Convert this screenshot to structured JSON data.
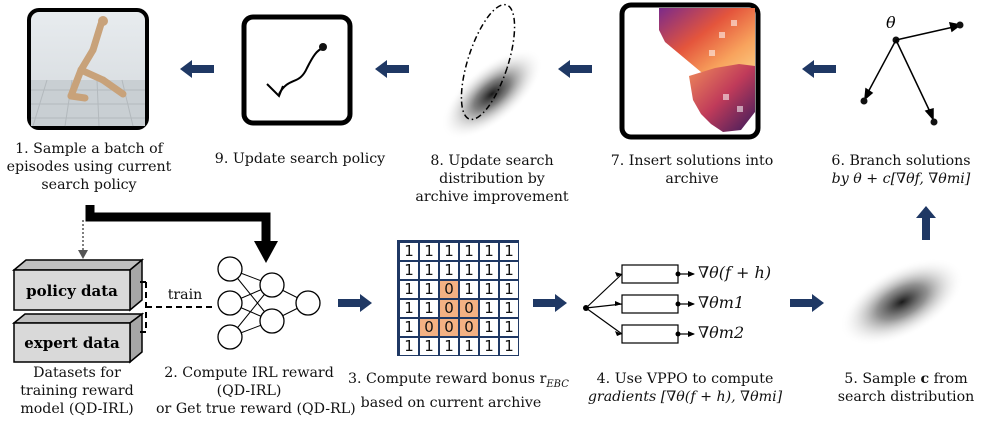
{
  "steps": {
    "s1": {
      "line1": "1. Sample a batch of",
      "line2": "episodes using current",
      "line3": "search policy"
    },
    "s2": {
      "line1": "2. Compute IRL reward",
      "line2": "(QD-IRL)",
      "line3": "or Get true reward (QD-RL)"
    },
    "s3": {
      "line1": "3. Compute reward bonus r",
      "sub": "EBC",
      "line2": "based on current archive"
    },
    "s4": {
      "line1": "4. Use VPPO to compute",
      "line2": "gradients [∇θ(f + h), ∇θmi]"
    },
    "s5": {
      "line1a": "5. Sample ",
      "bold": "c",
      "line1b": " from",
      "line2": "search distribution"
    },
    "s6": {
      "line1": "6. Branch solutions",
      "line2": "by θ + c[∇θf, ∇θmi]"
    },
    "s7": {
      "line1": "7. Insert solutions into",
      "line2": "archive"
    },
    "s8": {
      "line1": "8. Update search",
      "line2": "distribution by",
      "line3": "archive improvement"
    },
    "s9": {
      "line1": "9. Update search policy"
    }
  },
  "datasets": {
    "policy_label": "policy data",
    "expert_label": "expert data",
    "train_label": "train",
    "caption_line1": "Datasets for",
    "caption_line2": "training reward",
    "caption_line3": "model (QD-IRL)"
  },
  "grid": {
    "rows": [
      [
        "1",
        "1",
        "1",
        "1",
        "1",
        "1"
      ],
      [
        "1",
        "1",
        "1",
        "1",
        "1",
        "1"
      ],
      [
        "1",
        "1",
        "0",
        "1",
        "1",
        "1"
      ],
      [
        "1",
        "1",
        "0",
        "0",
        "1",
        "1"
      ],
      [
        "1",
        "0",
        "0",
        "0",
        "1",
        "1"
      ],
      [
        "1",
        "1",
        "1",
        "1",
        "1",
        "1"
      ]
    ],
    "highlight_color": "#f4b183",
    "border_color": "#1f3864"
  },
  "gradients": {
    "g1": "∇θ(f + h)",
    "g2": "∇θm1",
    "g3": "∇θm2"
  },
  "theta_label": "θ",
  "colors": {
    "arrow": "#1f3864",
    "cube_face": "#d9d9d9",
    "cube_top": "#bfbfbf",
    "cube_side": "#a6a6a6"
  }
}
